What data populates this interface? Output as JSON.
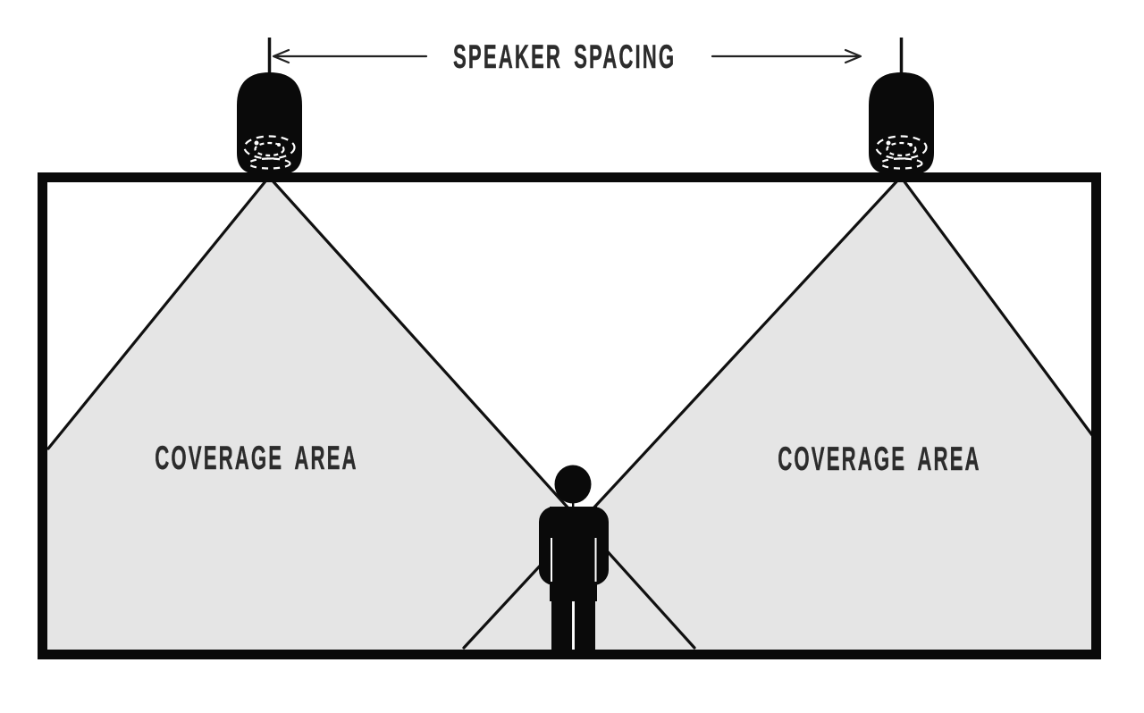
{
  "annotation": {
    "speaker_spacing_label": "SPEAKER SPACING"
  },
  "coverage": {
    "left_label": "COVERAGE AREA",
    "right_label": "COVERAGE AREA"
  },
  "colors": {
    "background": "#ffffff",
    "ink": "#0a0a0a",
    "coverage_fill": "#e5e5e5",
    "label_text": "#2c2c2c"
  },
  "icons": {
    "left_speaker": "pendant-speaker-icon",
    "right_speaker": "pendant-speaker-icon",
    "listener": "person-silhouette-icon",
    "left_arrow": "arrow-left-icon",
    "right_arrow": "arrow-right-icon"
  }
}
